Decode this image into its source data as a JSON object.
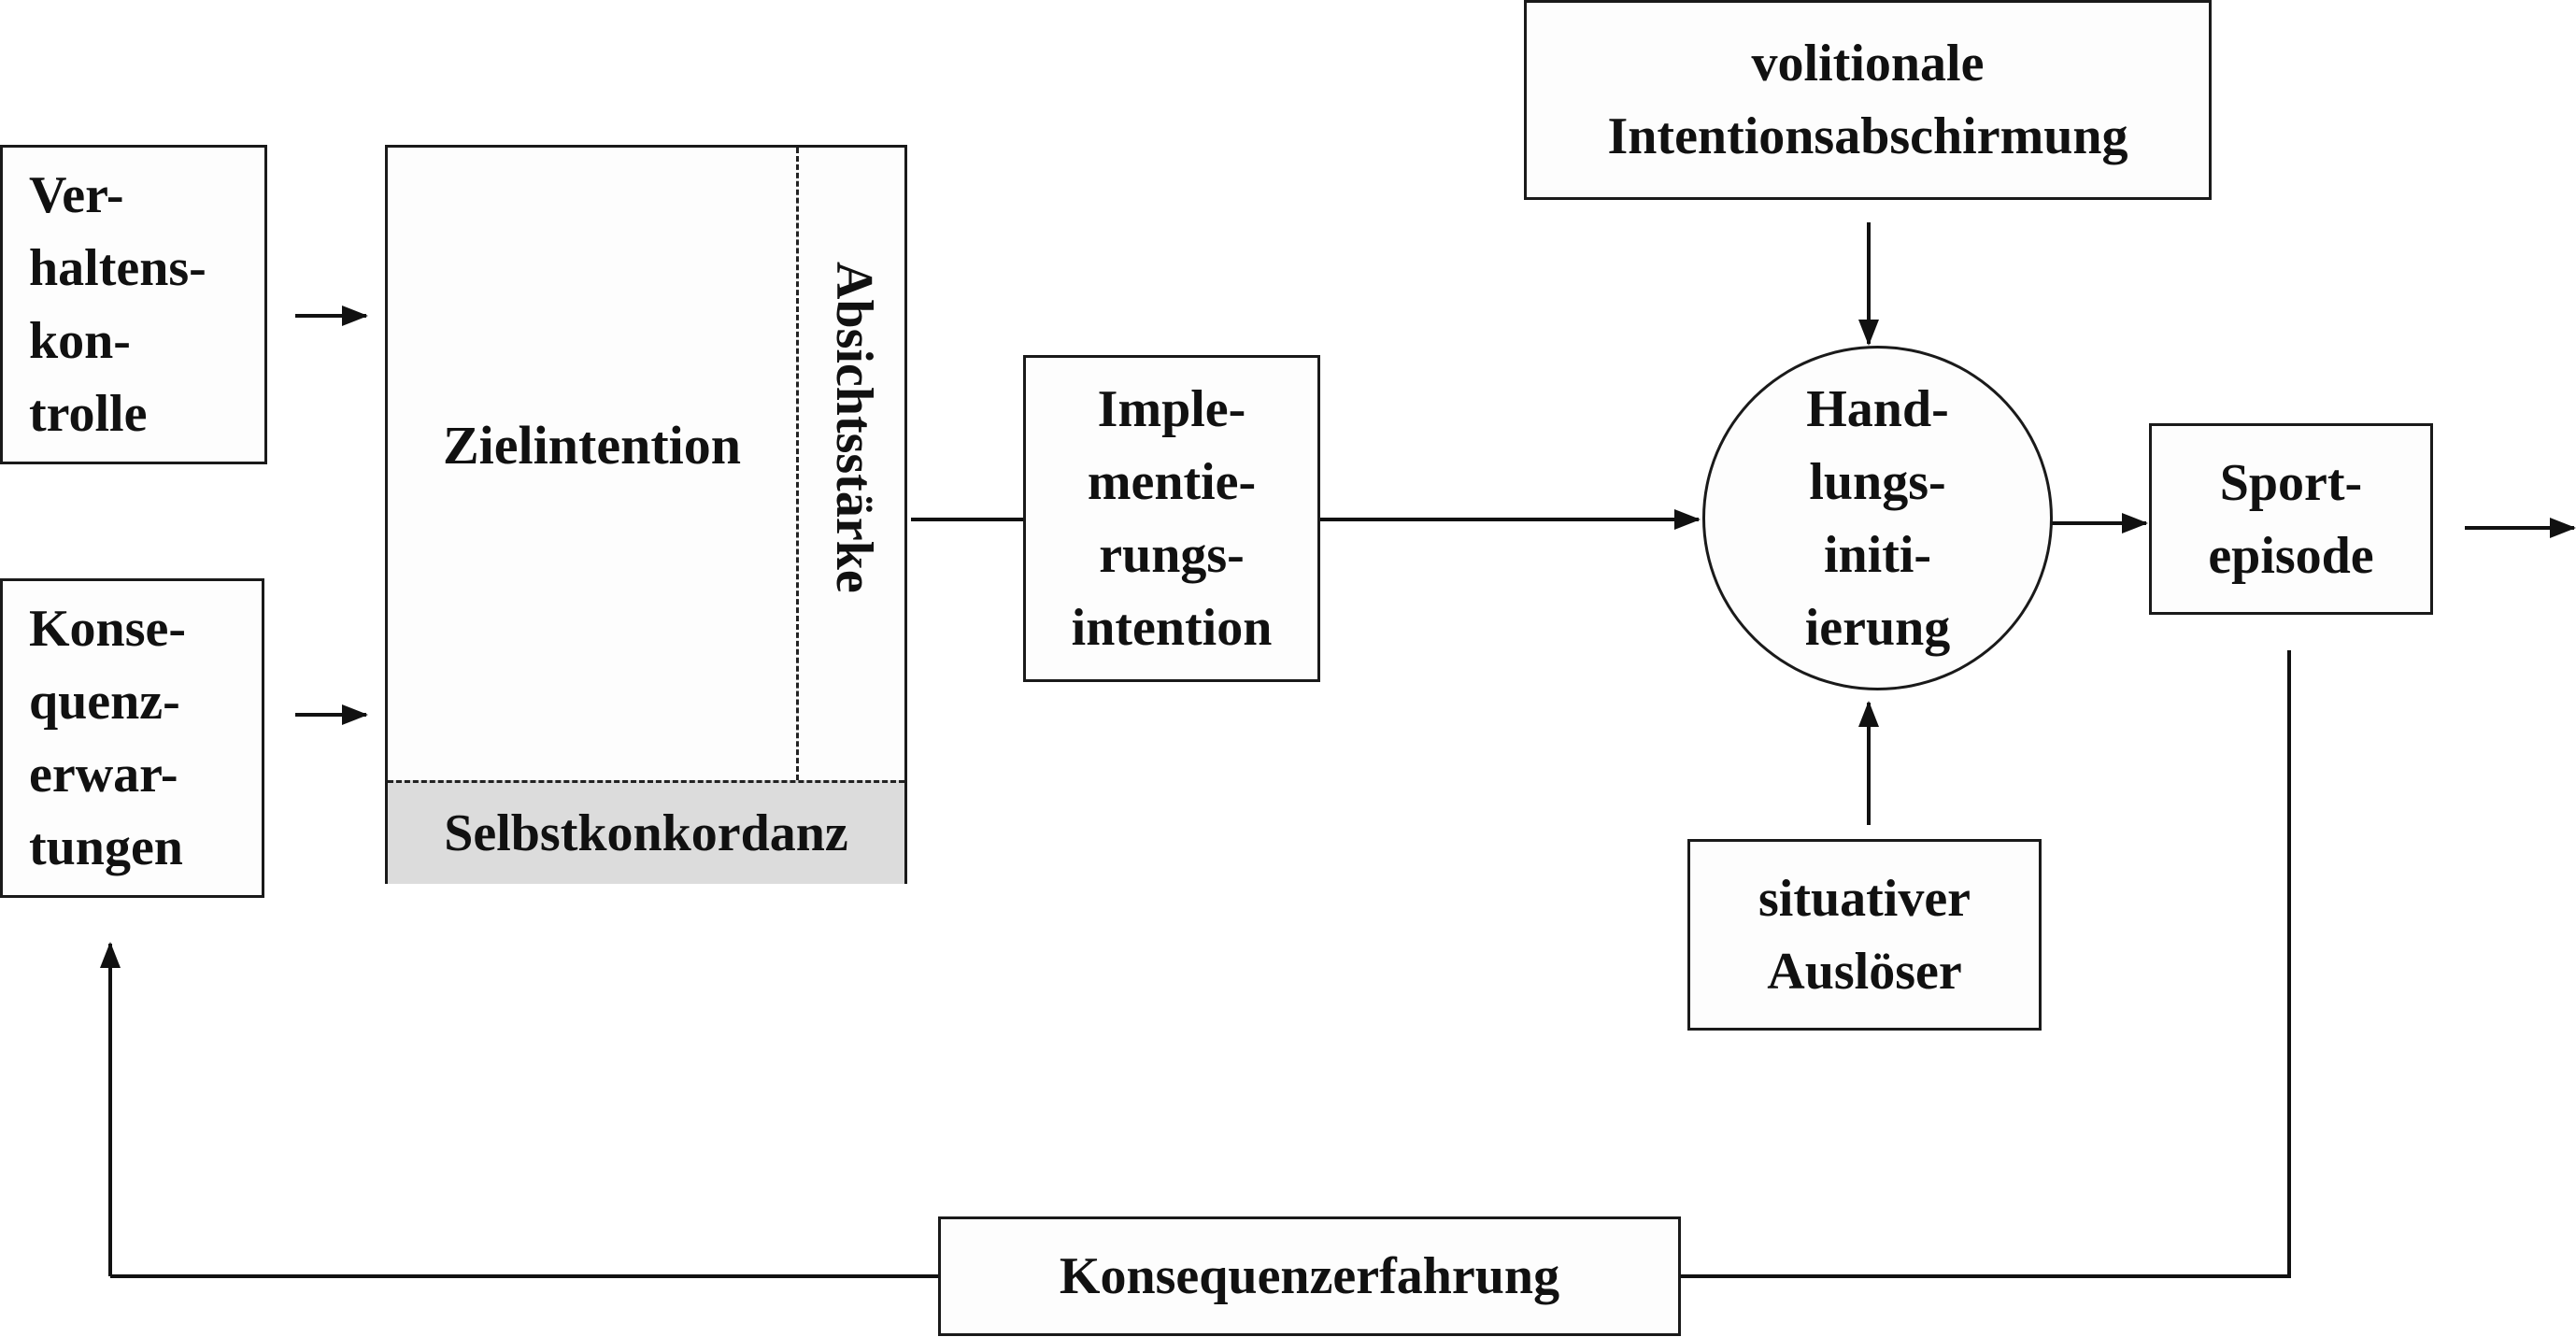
{
  "verhaltenskontrolle": "Ver-\nhaltens-\nkon-\ntrolle",
  "konsequenzerwartungen": "Konse-\nquenz-\nerwar-\ntungen",
  "zielintention": "Zielintention",
  "absichtsstaerke": "Absichtsstärke",
  "selbstkonkordanz": "Selbstkonkordanz",
  "implementierungsintention": "Imple-\nmentie-\nrungs-\nintention",
  "volitionale_intentionsabschirmung": "volitionale\nIntentionsabschirmung",
  "handlungsinitiierung": "Hand-\nlungs-\niniti-\nierung",
  "situativer_ausloeser": "situativer\nAuslöser",
  "sportepisode": "Sport-\nepisode",
  "konsequenzerfahrung": "Konsequenzerfahrung"
}
